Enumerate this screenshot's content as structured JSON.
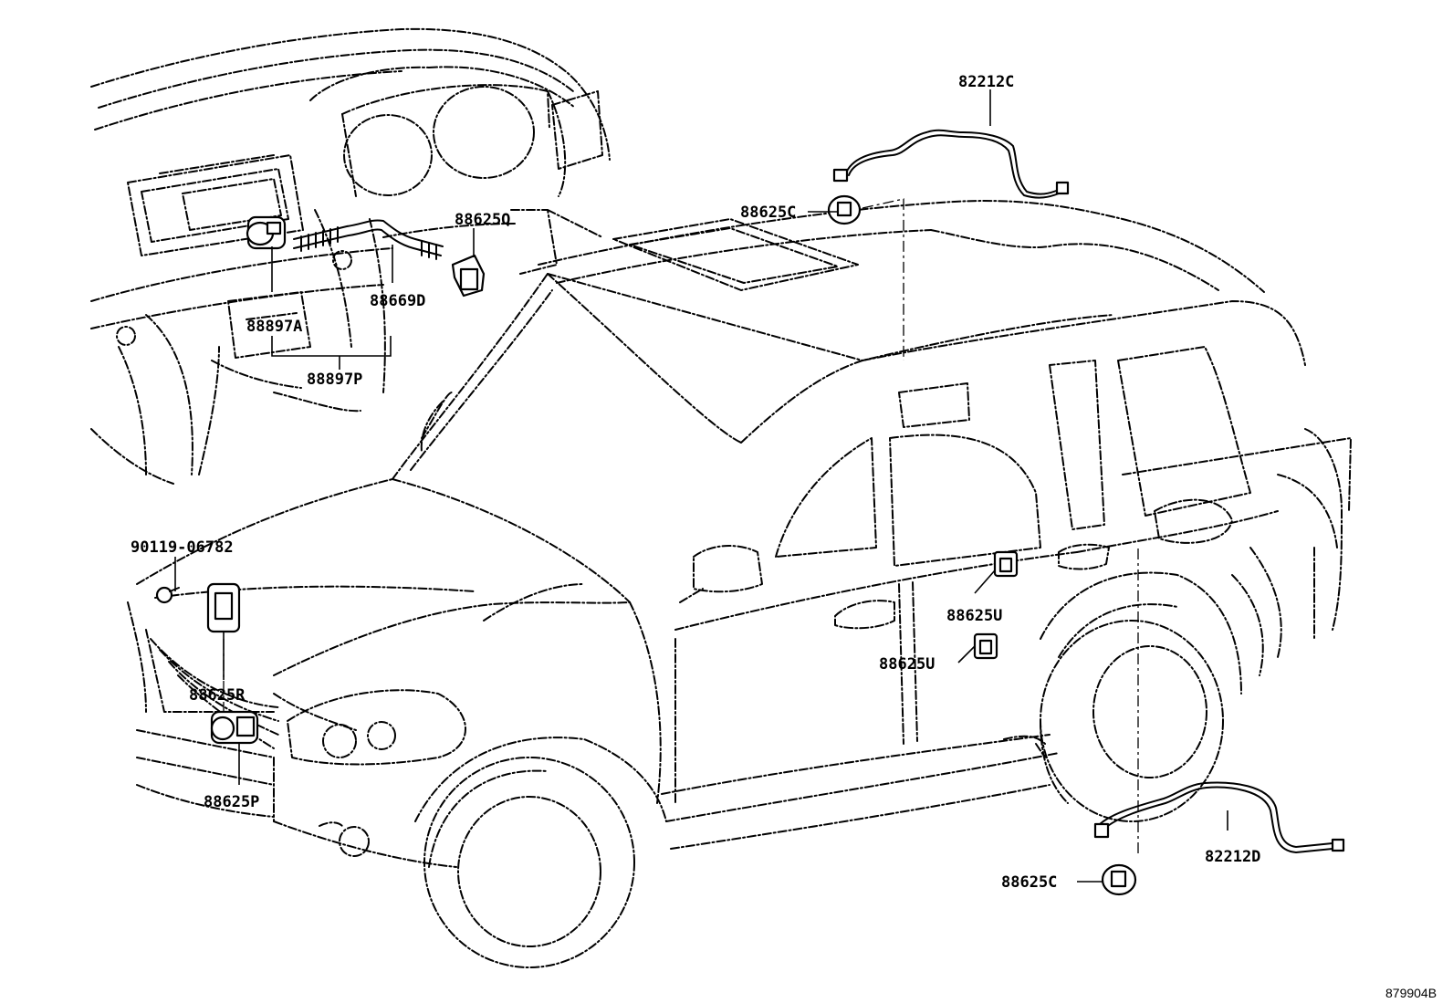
{
  "parts": {
    "p82212c": "82212C",
    "p88625c_top": "88625C",
    "p88625q": "88625Q",
    "p88669d": "88669D",
    "p88897a": "88897A",
    "p88897p": "88897P",
    "p90119": "90119-06782",
    "p88625r": "88625R",
    "p88625p": "88625P",
    "p88625u_upper": "88625U",
    "p88625u_lower": "88625U",
    "p82212d": "82212D",
    "p88625c_bottom": "88625C"
  },
  "diagram_code": "879904B"
}
